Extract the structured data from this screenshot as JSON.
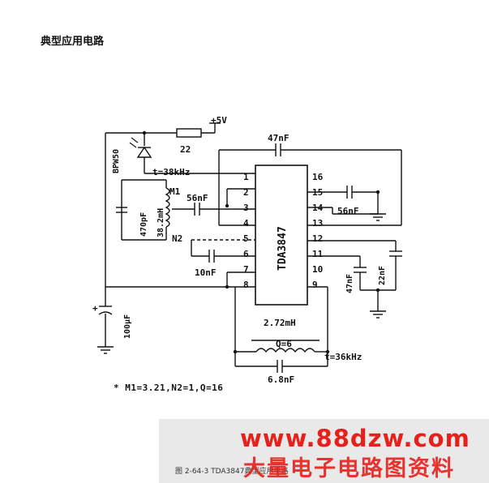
{
  "title": "典型应用电路",
  "ic": {
    "name": "TDA3847",
    "pins_left": [
      "1",
      "2",
      "3",
      "5",
      "6",
      "7",
      "8"
    ],
    "pins_left_4": "4",
    "pins_right": [
      "16",
      "15",
      "14",
      "13",
      "12",
      "11",
      "10",
      "9"
    ]
  },
  "labels": {
    "supply": "+5V",
    "r22": "22",
    "photodiode": "BPW50",
    "f_in": "t=38kHz",
    "m1": "M1",
    "ind1": "38.2mH",
    "cap470": "470pF",
    "cap56_in": "56nF",
    "n2": "N2",
    "cap10": "10nF",
    "cap100": "100μF",
    "cap47_top": "47nF",
    "cap56_right": "56nF",
    "cap47_right": "47nF",
    "cap22": "22nF",
    "ind2": "2.72mH",
    "q": "Q=6",
    "f_out": "t=36kHz",
    "cap68": "6.8nF",
    "plus": "+"
  },
  "footnote": "* M1=3.21,N2=1,Q=16",
  "caption": "图 2-64-3  TDA3847典型应用电路",
  "watermark": {
    "url": "www.88dzw.com",
    "cn": "大量电子电路图资料"
  },
  "colors": {
    "ink": "#111111",
    "watermark": "#e6201b",
    "band": "#e9e9e9"
  }
}
